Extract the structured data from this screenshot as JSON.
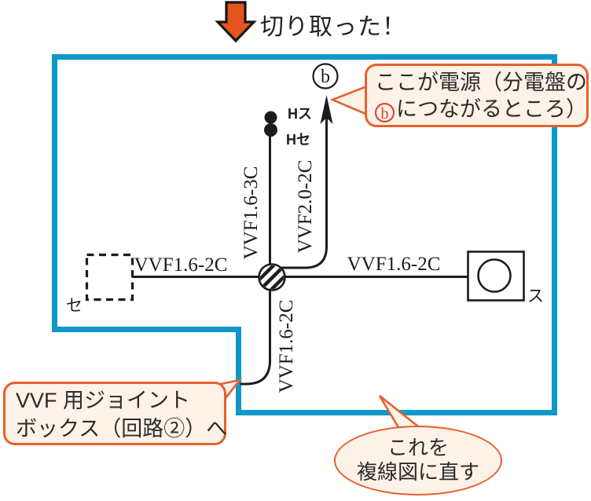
{
  "header": {
    "title": "切り取った！"
  },
  "colors": {
    "frame_blue": "#0e98ca",
    "callout_orange": "#e8602c",
    "callout_fill": "#fdf2e7",
    "arrow_fill": "#e5541f",
    "accent_red": "#e23b2e",
    "ink": "#1c1c1c"
  },
  "diagram": {
    "source_terminal": "b",
    "wires": {
      "left_label": "VVF1.6-2C",
      "right_label": "VVF1.6-2C",
      "switch_riser_label": "VVF1.6-3C",
      "source_riser_label": "VVF2.0-2C",
      "drop_label": "VVF1.6-2C"
    },
    "devices": {
      "dashed_box_label": "セ",
      "lamp_box_label": "ス",
      "switch_top_label": "Hス",
      "switch_bottom_label": "Hセ"
    }
  },
  "callouts": {
    "power_source": {
      "line1": "ここが電源（分電盤の",
      "terminal": "b",
      "line2": "につながるところ）"
    },
    "joint_box": {
      "line1": "VVF 用ジョイント",
      "line2": "ボックス（回路②）へ"
    },
    "redraw": {
      "line1": "これを",
      "line2": "複線図に直す"
    }
  }
}
